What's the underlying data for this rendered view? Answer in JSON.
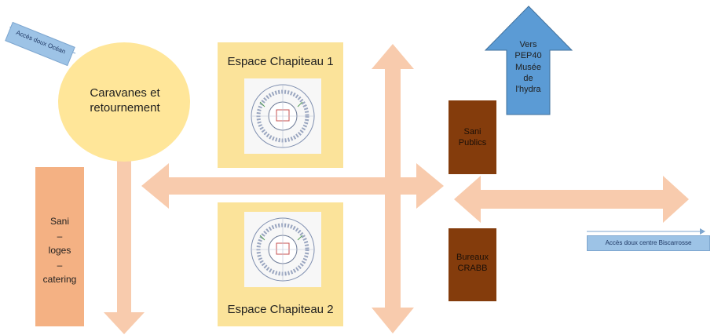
{
  "colors": {
    "arrow_peach": "#f8cbad",
    "circle_yellow": "#ffe699",
    "chapiteau_bg": "#fbe39a",
    "sani_loges": "#f4b183",
    "brown": "#843c0c",
    "blue_arrow": "#5b9bd5",
    "blue_tag": "#9dc3e6"
  },
  "access_ocean": {
    "label": "Accès doux Océan"
  },
  "caravanes": {
    "label": "Caravanes et retournement"
  },
  "chapiteau_1": {
    "title": "Espace Chapiteau 1",
    "icon": "circus-floorplan-icon"
  },
  "chapiteau_2": {
    "title": "Espace Chapiteau 2",
    "icon": "circus-floorplan-icon"
  },
  "sani_loges": {
    "lines": [
      "Sani",
      "–",
      "loges",
      "–",
      "catering"
    ]
  },
  "vers": {
    "lines": [
      "Vers",
      "PEP40",
      "Musée",
      "de",
      "l'hydra"
    ]
  },
  "sani_publics": {
    "lines": [
      "Sani",
      "Publics"
    ]
  },
  "bureaux": {
    "lines": [
      "Bureaux",
      "CRABB"
    ]
  },
  "access_centre": {
    "label": "Accès doux centre Biscarrosse"
  }
}
